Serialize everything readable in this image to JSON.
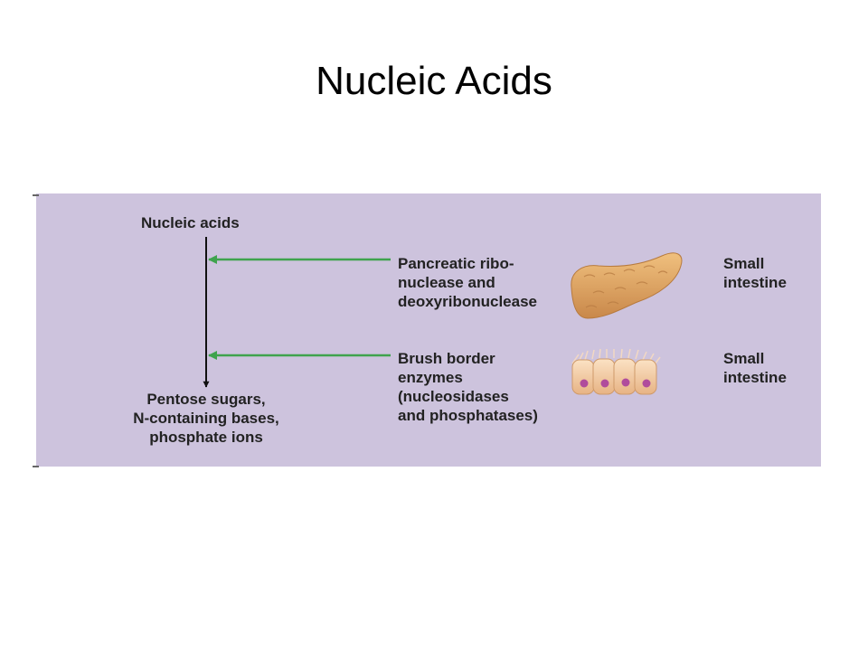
{
  "slide": {
    "title": "Nucleic Acids"
  },
  "diagram": {
    "substrate_label": "Nucleic acids",
    "steps": [
      {
        "enzyme_label": "Pancreatic ribo-\nnuclease and\ndeoxyribonuclease",
        "organ_icon": "pancreas-icon",
        "site_label": "Small\nintestine"
      },
      {
        "enzyme_label": "Brush border\nenzymes\n(nucleosidases\nand phosphatases)",
        "organ_icon": "brush-border-cells-icon",
        "site_label": "Small\nintestine"
      }
    ],
    "products_label": "Pentose sugars,\nN-containing bases,\nphosphate ions"
  },
  "colors": {
    "panel_background": "#cdc3dd",
    "enzyme_arrow": "#3fa34d",
    "pathway_arrow": "#111111",
    "pancreas": "#e3ac68",
    "cell_body": "#f4cca4",
    "cell_nucleus": "#b04c9c"
  }
}
